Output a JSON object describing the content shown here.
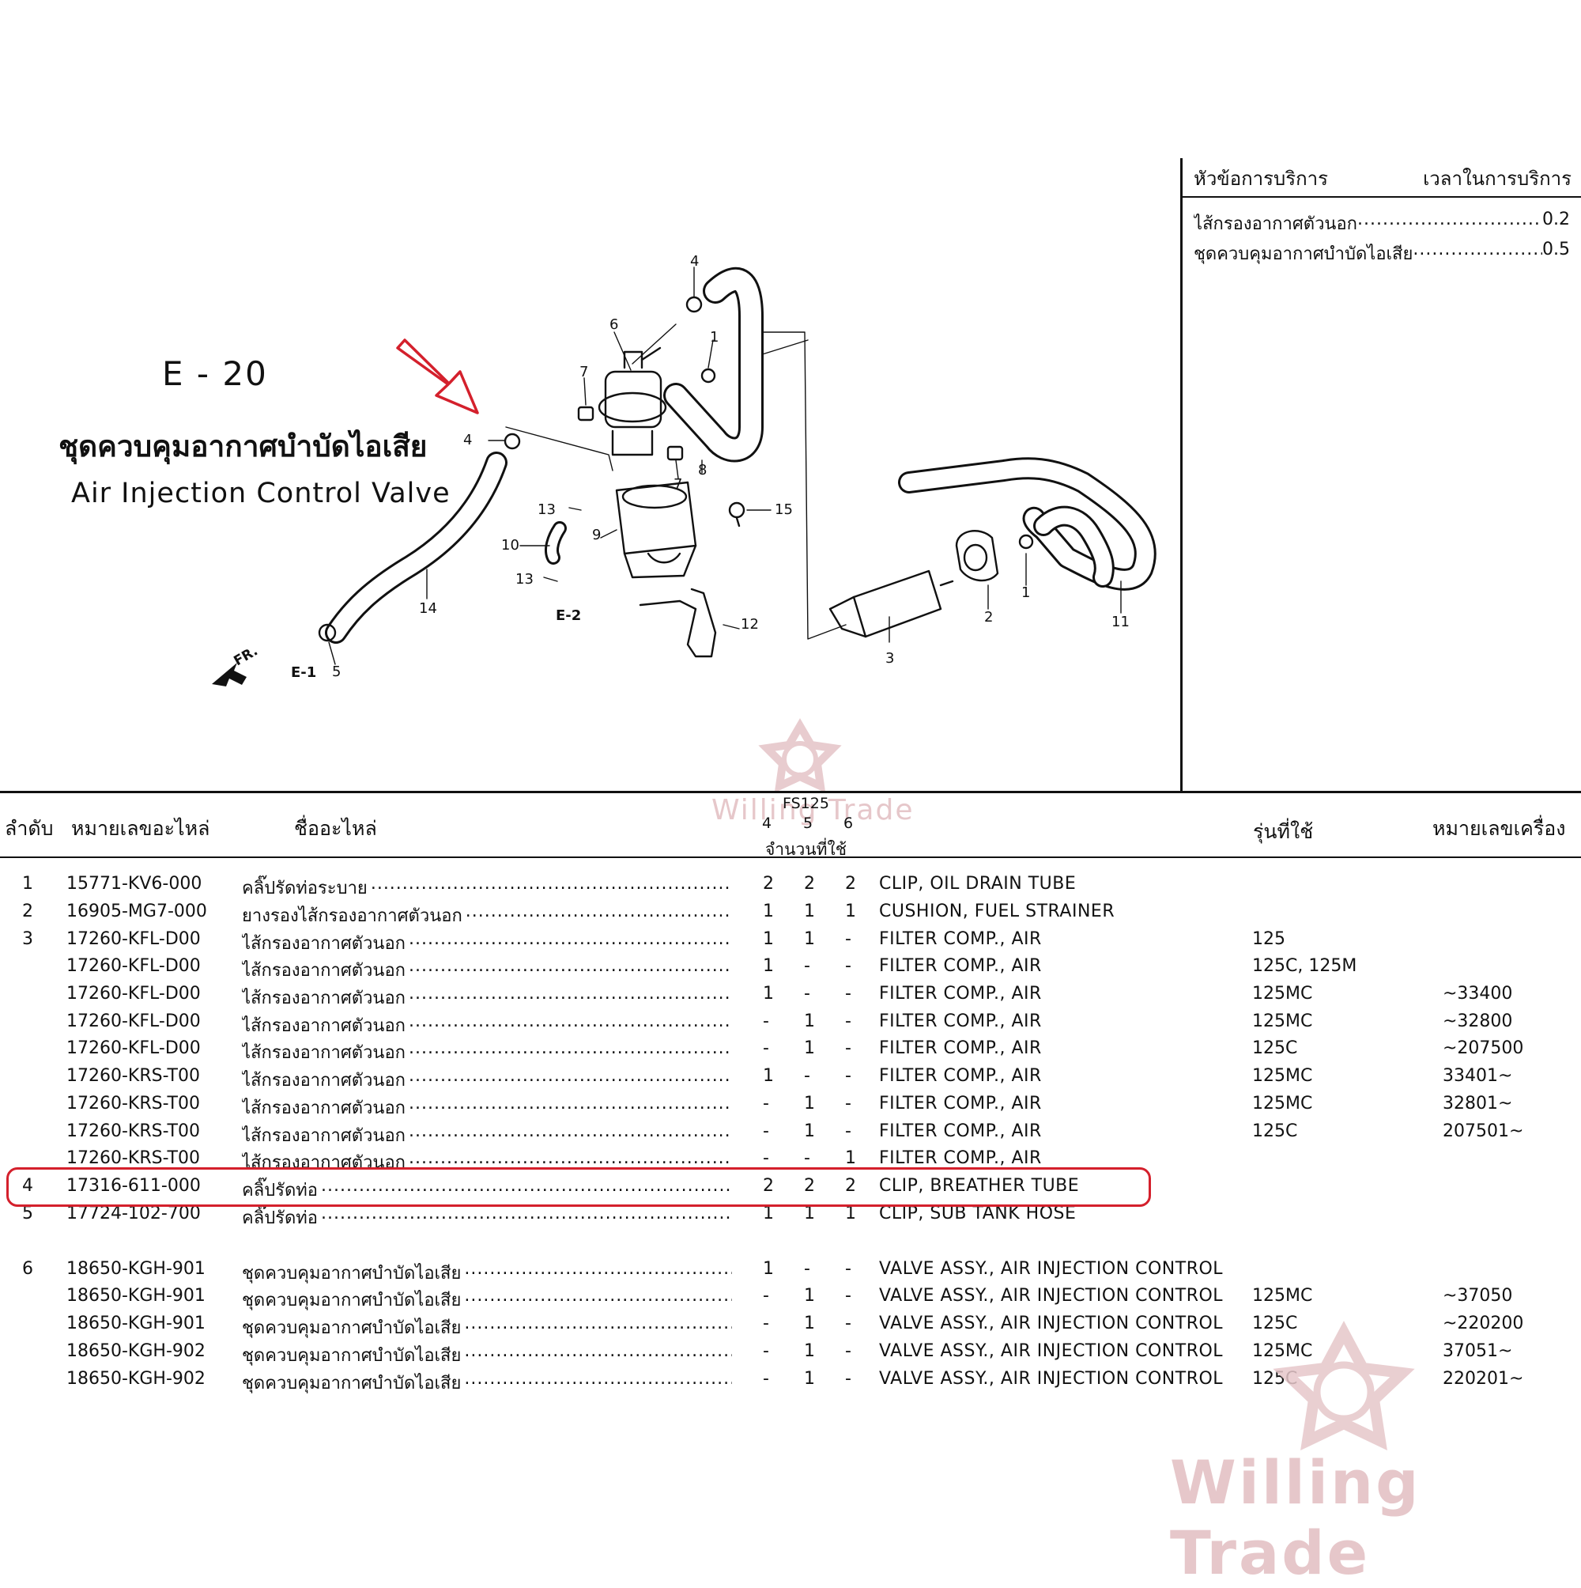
{
  "title": {
    "code": "E - 20",
    "thai": "ชุดควบคุมอากาศบำบัดไอเสีย",
    "english": "Air Injection Control Valve"
  },
  "diagram": {
    "callouts": [
      "1",
      "1",
      "2",
      "3",
      "4",
      "4",
      "5",
      "6",
      "7",
      "7",
      "8",
      "9",
      "10",
      "11",
      "12",
      "13",
      "13",
      "14",
      "15"
    ],
    "refs": [
      "E-1",
      "E-2"
    ],
    "front_label": "FR."
  },
  "service": {
    "header_left": "หัวข้อการบริการ",
    "header_right": "เวลาในการบริการ",
    "items": [
      {
        "label": "ไส้กรองอากาศตัวนอก",
        "value": "0.2"
      },
      {
        "label": "ชุดควบคุมอากาศบำบัดไอเสีย",
        "value": "0.5"
      }
    ]
  },
  "table": {
    "headers": {
      "seq": "ลำดับ",
      "part_no": "หมายเลขอะไหล่",
      "part_name": "ชื่ออะไหล่",
      "model_group": "FS125",
      "qty_cols": [
        "4",
        "5",
        "6"
      ],
      "qty_label": "จำนวนที่ใช้",
      "model": "รุ่นที่ใช้",
      "frame_no": "หมายเลขเครื่อง"
    },
    "rows": [
      {
        "seq": "1",
        "part": "15771-KV6-000",
        "th": "คลิ๊ปรัดท่อระบาย",
        "q4": "2",
        "q5": "2",
        "q6": "2",
        "en": "CLIP, OIL DRAIN TUBE",
        "model": "",
        "frame": ""
      },
      {
        "seq": "2",
        "part": "16905-MG7-000",
        "th": "ยางรองไส้กรองอากาศตัวนอก",
        "q4": "1",
        "q5": "1",
        "q6": "1",
        "en": "CUSHION, FUEL STRAINER",
        "model": "",
        "frame": ""
      },
      {
        "seq": "3",
        "part": "17260-KFL-D00",
        "th": "ไส้กรองอากาศตัวนอก",
        "q4": "1",
        "q5": "1",
        "q6": "-",
        "en": "FILTER COMP., AIR",
        "model": "125",
        "frame": ""
      },
      {
        "seq": "",
        "part": "17260-KFL-D00",
        "th": "ไส้กรองอากาศตัวนอก",
        "q4": "1",
        "q5": "-",
        "q6": "-",
        "en": "FILTER COMP., AIR",
        "model": "125C, 125M",
        "frame": ""
      },
      {
        "seq": "",
        "part": "17260-KFL-D00",
        "th": "ไส้กรองอากาศตัวนอก",
        "q4": "1",
        "q5": "-",
        "q6": "-",
        "en": "FILTER COMP., AIR",
        "model": "125MC",
        "frame": "~33400"
      },
      {
        "seq": "",
        "part": "17260-KFL-D00",
        "th": "ไส้กรองอากาศตัวนอก",
        "q4": "-",
        "q5": "1",
        "q6": "-",
        "en": "FILTER COMP., AIR",
        "model": "125MC",
        "frame": "~32800"
      },
      {
        "seq": "",
        "part": "17260-KFL-D00",
        "th": "ไส้กรองอากาศตัวนอก",
        "q4": "-",
        "q5": "1",
        "q6": "-",
        "en": "FILTER COMP., AIR",
        "model": "125C",
        "frame": "~207500"
      },
      {
        "seq": "",
        "part": "17260-KRS-T00",
        "th": "ไส้กรองอากาศตัวนอก",
        "q4": "1",
        "q5": "-",
        "q6": "-",
        "en": "FILTER COMP., AIR",
        "model": "125MC",
        "frame": "33401~"
      },
      {
        "seq": "",
        "part": "17260-KRS-T00",
        "th": "ไส้กรองอากาศตัวนอก",
        "q4": "-",
        "q5": "1",
        "q6": "-",
        "en": "FILTER COMP., AIR",
        "model": "125MC",
        "frame": "32801~"
      },
      {
        "seq": "",
        "part": "17260-KRS-T00",
        "th": "ไส้กรองอากาศตัวนอก",
        "q4": "-",
        "q5": "1",
        "q6": "-",
        "en": "FILTER COMP., AIR",
        "model": "125C",
        "frame": "207501~"
      },
      {
        "seq": "",
        "part": "17260-KRS-T00",
        "th": "ไส้กรองอากาศตัวนอก",
        "q4": "-",
        "q5": "-",
        "q6": "1",
        "en": "FILTER COMP., AIR",
        "model": "",
        "frame": ""
      },
      {
        "seq": "4",
        "part": "17316-611-000",
        "th": "คลิ๊ปรัดท่อ",
        "q4": "2",
        "q5": "2",
        "q6": "2",
        "en": "CLIP, BREATHER TUBE",
        "model": "",
        "frame": ""
      },
      {
        "seq": "5",
        "part": "17724-102-700",
        "th": "คลิ๊ปรัดท่อ",
        "q4": "1",
        "q5": "1",
        "q6": "1",
        "en": "CLIP, SUB TANK HOSE",
        "model": "",
        "frame": ""
      },
      {
        "seq": "6",
        "part": "18650-KGH-901",
        "th": "ชุดควบคุมอากาศบำบัดไอเสีย",
        "q4": "1",
        "q5": "-",
        "q6": "-",
        "en": "VALVE ASSY., AIR INJECTION CONTROL",
        "model": "",
        "frame": ""
      },
      {
        "seq": "",
        "part": "18650-KGH-901",
        "th": "ชุดควบคุมอากาศบำบัดไอเสีย",
        "q4": "-",
        "q5": "1",
        "q6": "-",
        "en": "VALVE ASSY., AIR INJECTION CONTROL",
        "model": "125MC",
        "frame": "~37050"
      },
      {
        "seq": "",
        "part": "18650-KGH-901",
        "th": "ชุดควบคุมอากาศบำบัดไอเสีย",
        "q4": "-",
        "q5": "1",
        "q6": "-",
        "en": "VALVE ASSY., AIR INJECTION CONTROL",
        "model": "125C",
        "frame": "~220200"
      },
      {
        "seq": "",
        "part": "18650-KGH-902",
        "th": "ชุดควบคุมอากาศบำบัดไอเสีย",
        "q4": "-",
        "q5": "1",
        "q6": "-",
        "en": "VALVE ASSY., AIR INJECTION CONTROL",
        "model": "125MC",
        "frame": "37051~"
      },
      {
        "seq": "",
        "part": "18650-KGH-902",
        "th": "ชุดควบคุมอากาศบำบัดไอเสีย",
        "q4": "-",
        "q5": "1",
        "q6": "-",
        "en": "VALVE ASSY., AIR INJECTION CONTROL",
        "model": "125C",
        "frame": "220201~"
      }
    ],
    "highlighted_seq": "4"
  },
  "watermark": {
    "text": "Willing Trade",
    "color": "#e6c7ca",
    "highlight_color": "#d4202c"
  }
}
